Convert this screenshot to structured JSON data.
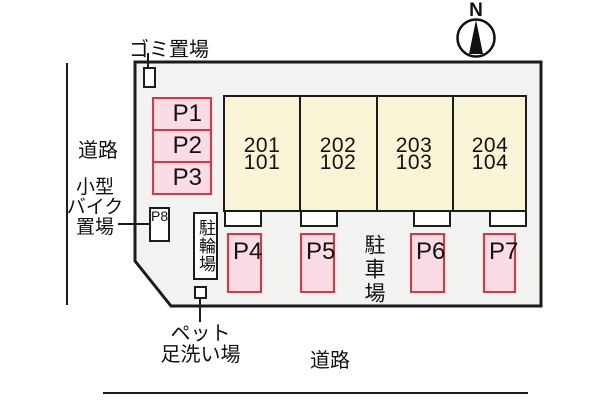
{
  "compass": {
    "north_label": "N"
  },
  "annotations": {
    "garbage_area": "ゴミ置場",
    "road_left": "道路",
    "road_bottom": "道路",
    "small_bike_area": {
      "line1": "小型",
      "line2": "バイク",
      "line3": "置場"
    },
    "pet_wash": {
      "line1": "ペット",
      "line2": "足洗い場"
    }
  },
  "site": {
    "bicycle_parking_label": "駐輪場",
    "car_parking_label": "駐車場",
    "bike_space_label": "P8",
    "parking_spaces_left": [
      "P1",
      "P2",
      "P3"
    ],
    "parking_spaces_bottom": [
      "P4",
      "P5",
      "P6",
      "P7"
    ],
    "building_units": [
      {
        "upper": "201",
        "lower": "101"
      },
      {
        "upper": "202",
        "lower": "102"
      },
      {
        "upper": "203",
        "lower": "103"
      },
      {
        "upper": "204",
        "lower": "104"
      }
    ]
  },
  "colors": {
    "site_fill": "#f2f2f1",
    "building_fill": "#faf4d6",
    "parking_space_fill": "#fbdce4",
    "parking_space_border": "#e8303a",
    "line": "#1b1b1b"
  }
}
